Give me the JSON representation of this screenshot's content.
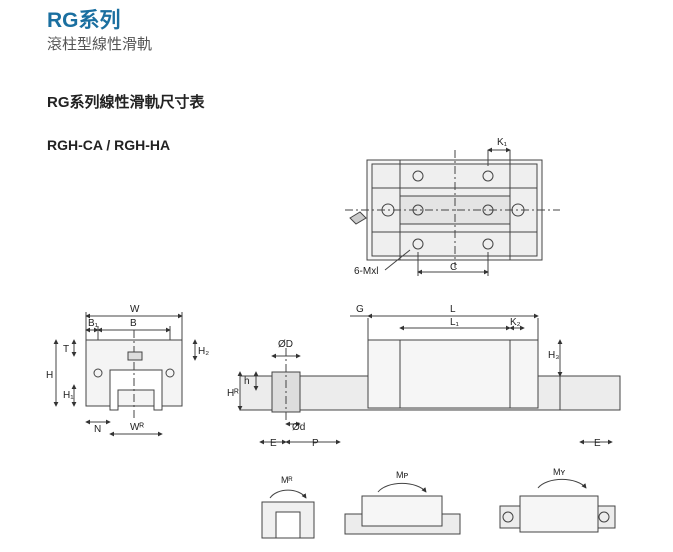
{
  "header": {
    "title": "RG系列",
    "subtitle": "滾柱型線性滑軌"
  },
  "section": {
    "heading": "RG系列線性滑軌尺寸表",
    "model": "RGH-CA / RGH-HA"
  },
  "labels": {
    "K1": "K₁",
    "mxl": "6-Mxl",
    "C": "C",
    "W": "W",
    "B1": "B₁",
    "B": "B",
    "T": "T",
    "H2": "H₂",
    "H": "H",
    "H1": "H₁",
    "N": "N",
    "WR": "Wᴿ",
    "G": "G",
    "L": "L",
    "L1": "L₁",
    "K2": "K₂",
    "H3": "H₃",
    "OD": "ØD",
    "h": "h",
    "HR": "Hᴿ",
    "d": "Ød",
    "E": "E",
    "P": "P",
    "E2": "E",
    "MR": "Mᴿ",
    "MP": "Mᴘ",
    "MY": "Mʏ"
  }
}
